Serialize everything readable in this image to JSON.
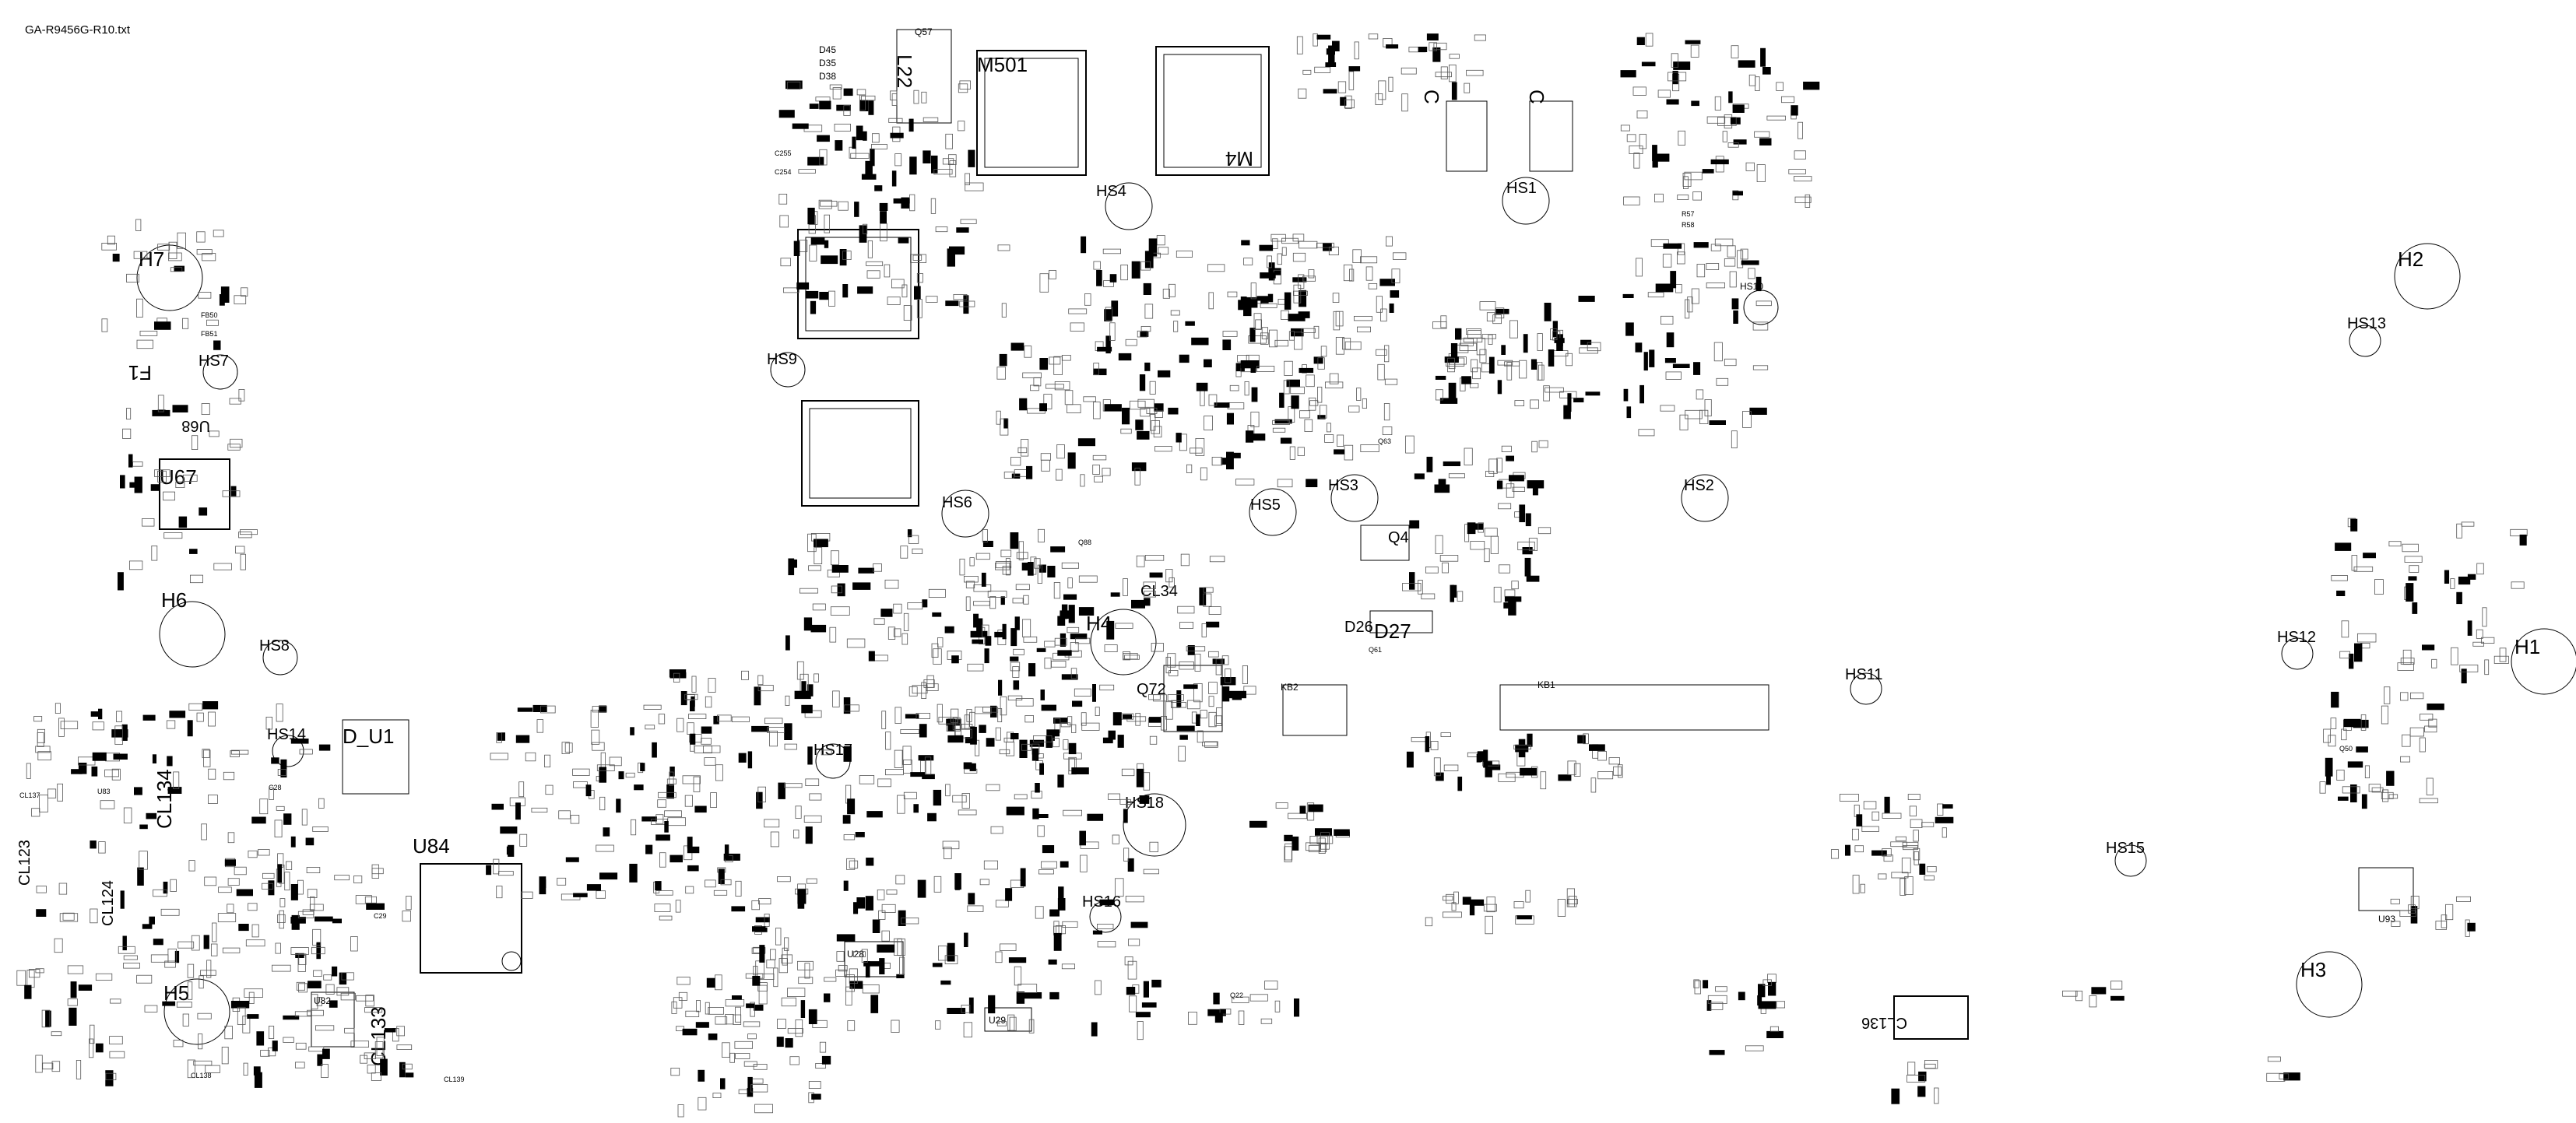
{
  "file_name": "GA-R9456G-R10.txt",
  "components": {
    "holes": [
      "H7",
      "H6",
      "H5",
      "H4",
      "H3",
      "H2",
      "H1"
    ],
    "heatsinks": [
      "HS1",
      "HS2",
      "HS3",
      "HS4",
      "HS5",
      "HS6",
      "HS7",
      "HS8",
      "HS9",
      "HS10",
      "HS11",
      "HS12",
      "HS13",
      "HS14",
      "HS15",
      "HS16",
      "HS17",
      "HS18"
    ],
    "chips": [
      "M501",
      "M4",
      "U67",
      "U68",
      "U84",
      "D_U1",
      "U93",
      "CL136",
      "CL34",
      "CL134",
      "D27",
      "D26",
      "Q72",
      "Q4",
      "KB1",
      "KB2",
      "F1",
      "U28",
      "U29",
      "U82",
      "L22"
    ],
    "refs_small": [
      "D45",
      "D35",
      "D38",
      "Q57",
      "C255",
      "C254",
      "FB50",
      "FB51",
      "R57",
      "R58",
      "CL137",
      "CL138",
      "CL139",
      "Q50",
      "Q22",
      "Q61",
      "Q63",
      "U83",
      "C28",
      "C29",
      "Q88",
      "CL133",
      "CL123",
      "CL124"
    ]
  }
}
